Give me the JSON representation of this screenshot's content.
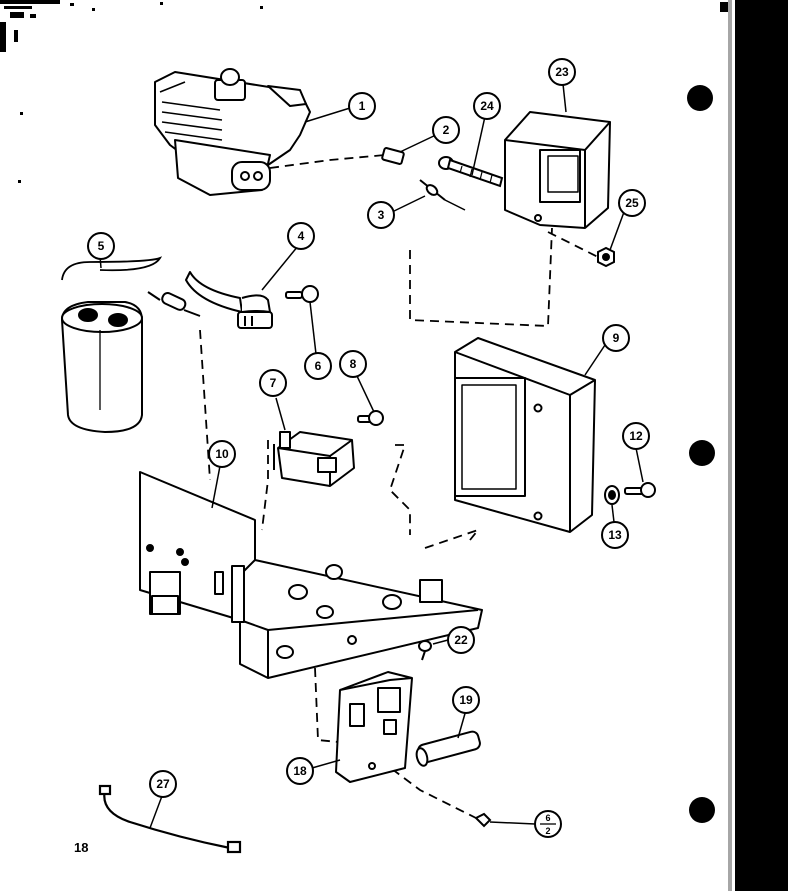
{
  "page_number": "18",
  "colors": {
    "ink": "#000000",
    "paper": "#ffffff",
    "edge_bar": "#000000"
  },
  "callouts": [
    {
      "id": "c1",
      "label": "1"
    },
    {
      "id": "c2",
      "label": "2"
    },
    {
      "id": "c3",
      "label": "3"
    },
    {
      "id": "c4",
      "label": "4"
    },
    {
      "id": "c5",
      "label": "5"
    },
    {
      "id": "c6",
      "label": "6"
    },
    {
      "id": "c7",
      "label": "7"
    },
    {
      "id": "c8",
      "label": "8"
    },
    {
      "id": "c9",
      "label": "9"
    },
    {
      "id": "c10",
      "label": "10"
    },
    {
      "id": "c12",
      "label": "12"
    },
    {
      "id": "c13",
      "label": "13"
    },
    {
      "id": "c18",
      "label": "18"
    },
    {
      "id": "c19",
      "label": "19"
    },
    {
      "id": "c22",
      "label": "22"
    },
    {
      "id": "c23",
      "label": "23"
    },
    {
      "id": "c24",
      "label": "24"
    },
    {
      "id": "c25",
      "label": "25"
    },
    {
      "id": "c27",
      "label": "27"
    }
  ],
  "fraction_callout": {
    "numerator": "6",
    "denominator": "2"
  }
}
